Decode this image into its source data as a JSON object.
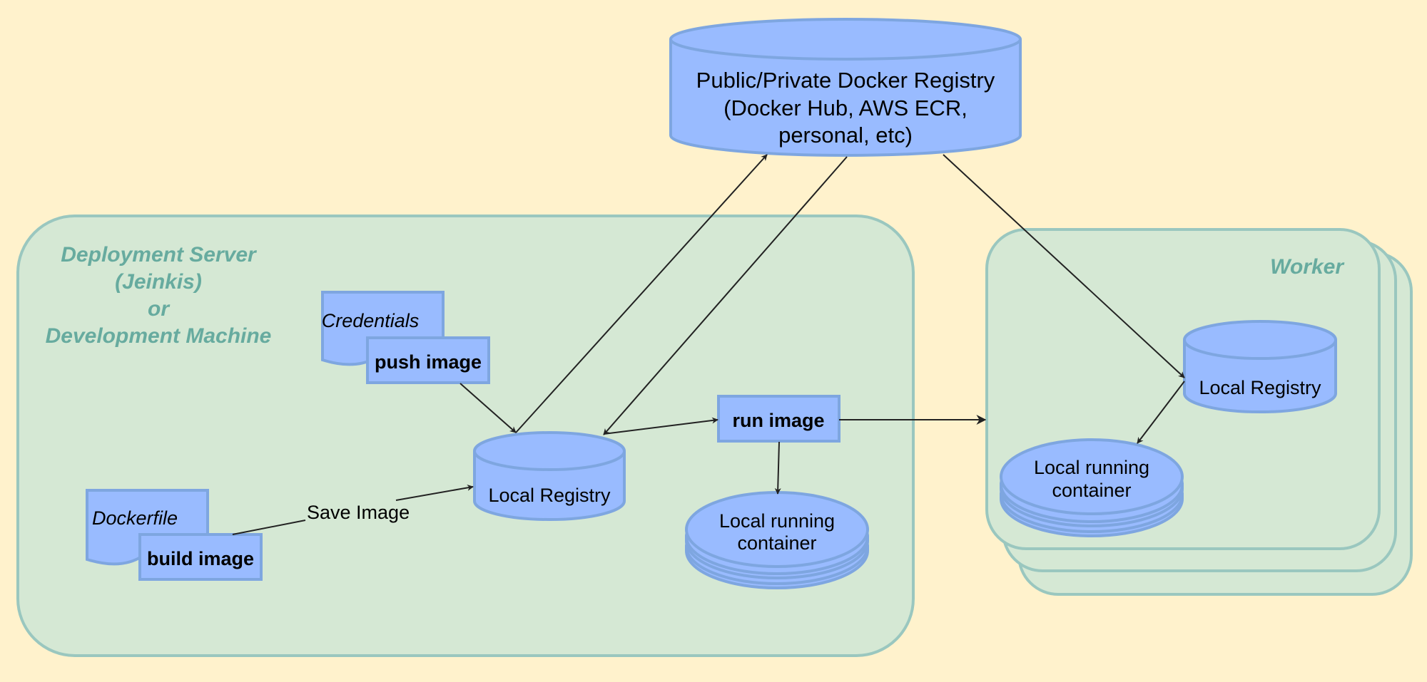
{
  "regions": {
    "deployment": {
      "title_lines": [
        "Deployment Server",
        "(Jeinkis)",
        "or",
        "Development Machine"
      ]
    },
    "worker": {
      "title": "Worker"
    }
  },
  "nodes": {
    "public_registry": {
      "lines": [
        "Public/Private Docker Registry",
        "(Docker Hub, AWS ECR,",
        "personal, etc)"
      ]
    },
    "credentials_note": {
      "label": "Credentials"
    },
    "push_image": {
      "label": "push image"
    },
    "dockerfile_note": {
      "label": "Dockerfile"
    },
    "build_image": {
      "label": "build image"
    },
    "local_registry": {
      "label": "Local Registry"
    },
    "run_image": {
      "label": "run image"
    },
    "local_container": {
      "lines": [
        "Local running",
        "container"
      ]
    },
    "worker_registry": {
      "label": "Local Registry"
    },
    "worker_container": {
      "lines": [
        "Local running",
        "container"
      ]
    }
  },
  "edges": {
    "save_image_label": "Save Image"
  },
  "colors": {
    "background": "#fff2cc",
    "region_fill": "#d5e8d4",
    "region_stroke": "#9ac7bf",
    "node_fill": "#99bbff",
    "node_stroke": "#7ea6e0",
    "region_title": "#67ab9f"
  }
}
